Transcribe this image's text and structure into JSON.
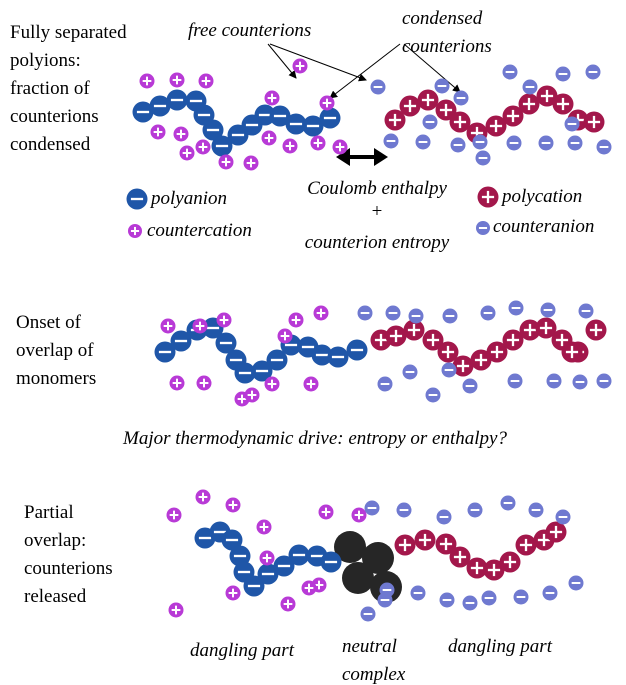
{
  "colors": {
    "polyanion": "#1f56a8",
    "polycation": "#a3174b",
    "countercation": "#b83ad6",
    "counteranion": "#6f79d0",
    "neutral_complex": "#262626",
    "arrow": "#000000"
  },
  "panel1": {
    "title": [
      "Fully separated",
      "polyions:",
      "fraction of",
      "counterions",
      "condensed"
    ],
    "free_counterions_label": "free counterions",
    "condensed_label": [
      "condensed",
      "counterions"
    ],
    "center_label": [
      "Coulomb enthalpy",
      "+",
      "counterion entropy"
    ],
    "legend": {
      "polyanion": "polyanion",
      "countercation": "countercation",
      "polycation": "polycation",
      "counteranion": "counteranion"
    }
  },
  "panel2": {
    "title": [
      "Onset of",
      "overlap of",
      "monomers"
    ],
    "question": "Major thermodynamic drive: entropy or enthalpy?"
  },
  "panel3": {
    "title": [
      "Partial",
      "overlap:",
      "counterions",
      "released"
    ],
    "labels": {
      "dangling_left": "dangling part",
      "neutral": [
        "neutral",
        "complex"
      ],
      "dangling_right": "dangling part"
    }
  }
}
